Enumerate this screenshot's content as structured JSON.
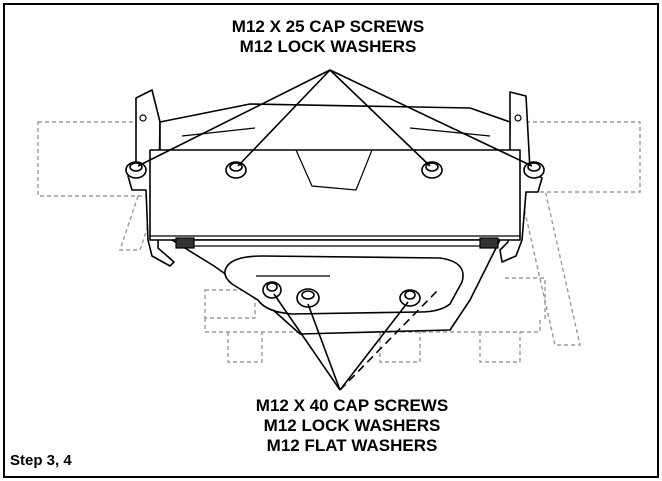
{
  "figure": {
    "top_callout": [
      "M12 X 25 CAP SCREWS",
      "M12 LOCK WASHERS"
    ],
    "bottom_callout": [
      "M12 X 40 CAP SCREWS",
      "M12 LOCK WASHERS",
      "M12 FLAT WASHERS"
    ],
    "step_label": "Step 3, 4"
  },
  "colors": {
    "line": "#000000",
    "phantom": "#9a9a9a",
    "background": "#ffffff"
  }
}
